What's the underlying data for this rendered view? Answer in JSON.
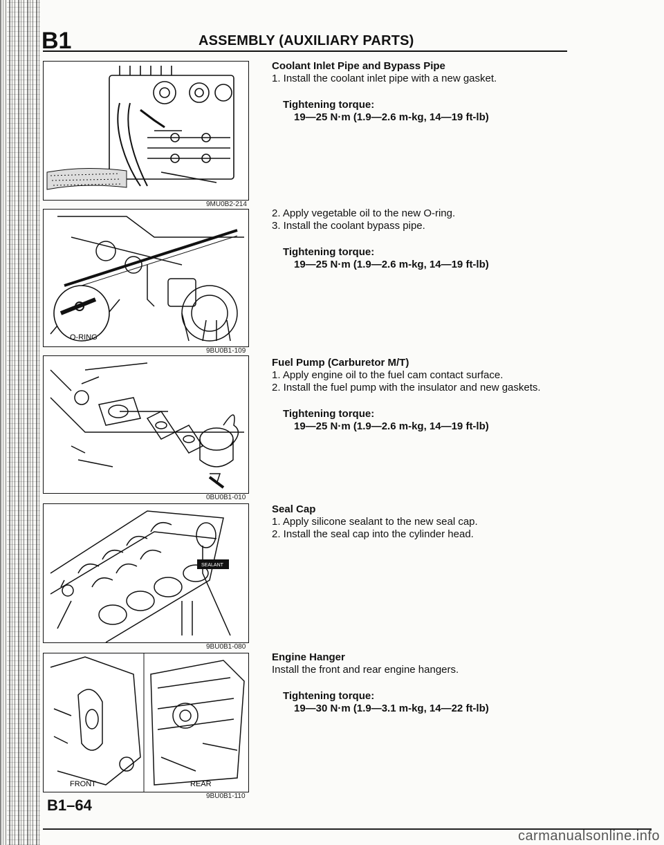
{
  "header": {
    "section_code": "B1",
    "title": "ASSEMBLY (AUXILIARY PARTS)"
  },
  "figures": [
    {
      "code": "9MU0B2-214"
    },
    {
      "code": "9BU0B1-109",
      "label": "O-RING"
    },
    {
      "code": "0BU0B1-010"
    },
    {
      "code": "9BU0B1-080",
      "label": "SEALANT"
    },
    {
      "code": "9BU0B1-110",
      "label_front": "FRONT",
      "label_rear": "REAR"
    }
  ],
  "sections": [
    {
      "heading": "Coolant Inlet Pipe and Bypass Pipe",
      "steps": [
        "1. Install the coolant inlet pipe with a new gasket."
      ],
      "torque_label": "Tightening torque:",
      "torque_value": "19—25 N·m (1.9—2.6 m-kg, 14—19 ft-lb)"
    },
    {
      "heading": "",
      "steps": [
        "2. Apply vegetable oil to the new O-ring.",
        "3. Install the coolant bypass pipe."
      ],
      "torque_label": "Tightening torque:",
      "torque_value": "19—25 N·m (1.9—2.6 m-kg, 14—19 ft-lb)"
    },
    {
      "heading": "Fuel Pump (Carburetor M/T)",
      "steps": [
        "1. Apply engine oil to the fuel cam contact surface.",
        "2. Install the fuel pump with the insulator and new gaskets."
      ],
      "torque_label": "Tightening torque:",
      "torque_value": "19—25 N·m (1.9—2.6 m-kg, 14—19 ft-lb)"
    },
    {
      "heading": "Seal Cap",
      "steps": [
        "1. Apply silicone sealant to the new seal cap.",
        "2. Install the seal cap into the cylinder head."
      ]
    },
    {
      "heading": "Engine Hanger",
      "steps": [
        "Install the front and rear engine hangers."
      ],
      "torque_label": "Tightening torque:",
      "torque_value": "19—30 N·m (1.9—3.1 m-kg, 14—22 ft-lb)"
    }
  ],
  "footer": {
    "page_number": "B1–64"
  },
  "watermark": "carmanualsonline.info"
}
